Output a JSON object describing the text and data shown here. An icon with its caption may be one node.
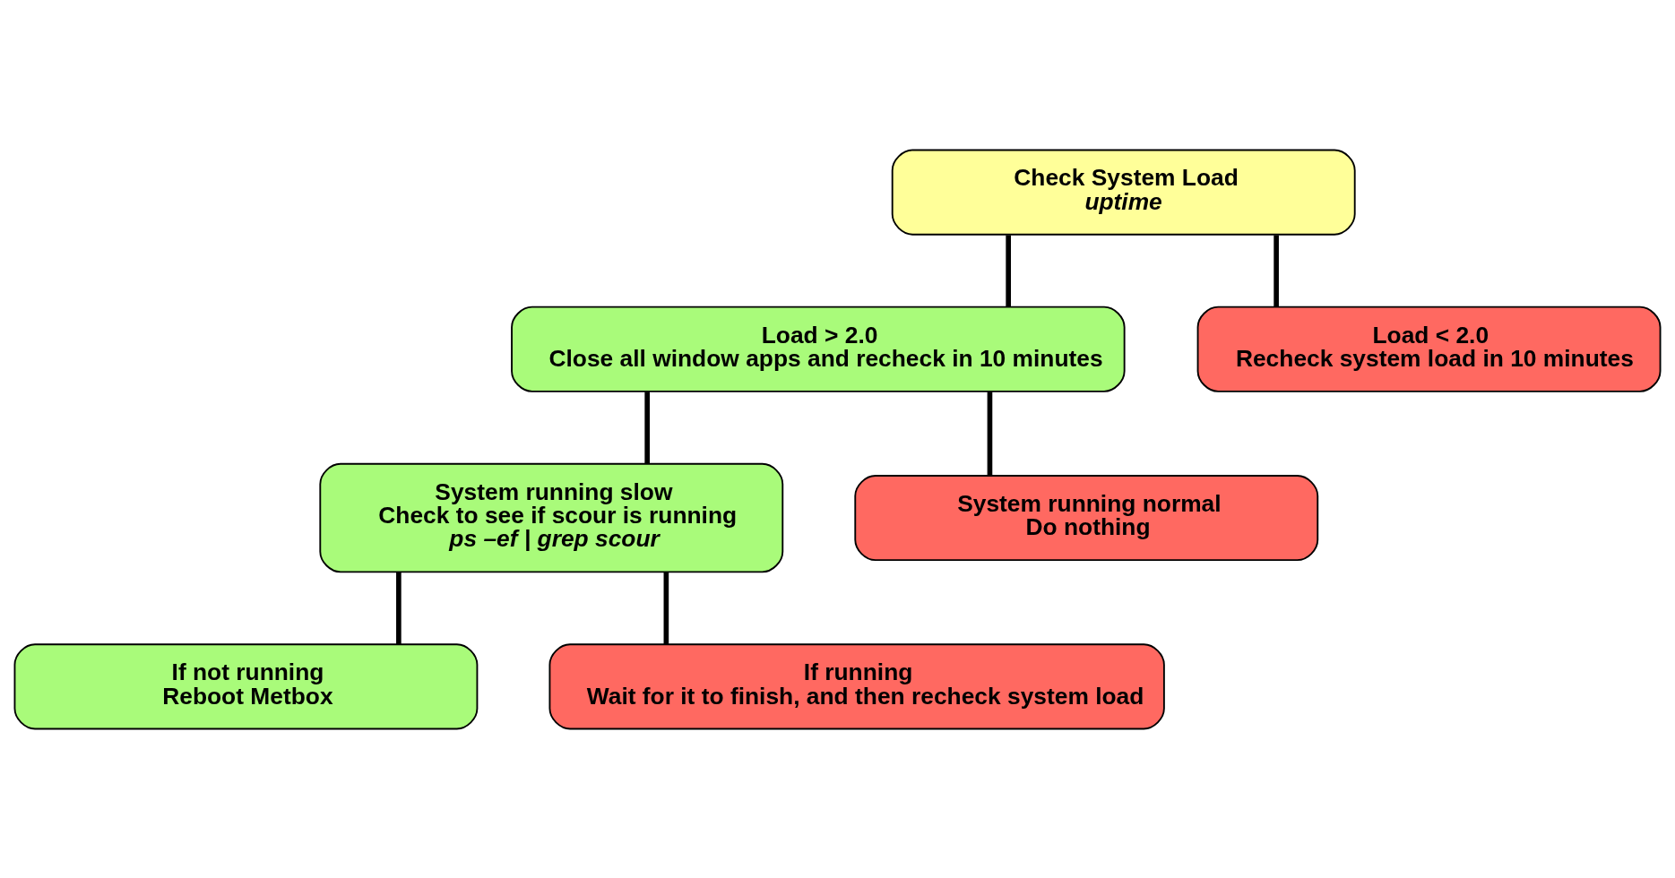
{
  "diagram": {
    "nodes": [
      {
        "text": [
          "Check System Load",
          "uptime"
        ]
      },
      {
        "text": [
          "Load > 2.0",
          "Close all window apps and recheck in 10 minutes"
        ]
      },
      {
        "text": [
          "Load < 2.0",
          "Recheck system load in 10 minutes"
        ]
      },
      {
        "text": [
          "System running slow",
          "Check to see if scour is running",
          "ps –ef | grep scour"
        ]
      },
      {
        "text": [
          "System running normal",
          "Do nothing"
        ]
      },
      {
        "text": [
          "If not running",
          "Reboot Metbox"
        ]
      },
      {
        "text": [
          "If running",
          "Wait for it to finish, and then recheck system load"
        ]
      }
    ],
    "edges": [
      {
        "from": 0,
        "to": 1,
        "arrow": "none"
      },
      {
        "from": 0,
        "to": 2,
        "arrow": "none"
      },
      {
        "from": 1,
        "to": 3,
        "arrow": "none"
      },
      {
        "from": 1,
        "to": 4,
        "arrow": "none"
      },
      {
        "from": 3,
        "to": 5,
        "arrow": "none"
      },
      {
        "from": 3,
        "to": 6,
        "arrow": "none"
      }
    ]
  }
}
